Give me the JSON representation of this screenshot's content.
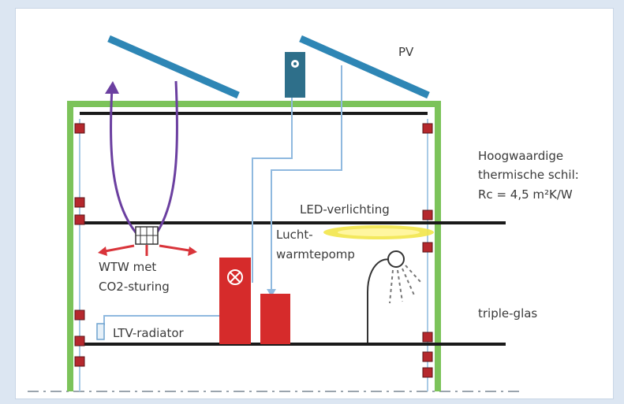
{
  "labels": {
    "pv": "PV",
    "shell_line1": "Hoogwaardige",
    "shell_line2": "thermische schil:",
    "shell_line3": "Rc = 4,5 m²K/W",
    "led": "LED-verlichting",
    "heatpump_line1": "Lucht-",
    "heatpump_line2": "warmtepomp",
    "wtw_line1": "WTW met",
    "wtw_line2": "CO2-sturing",
    "triple_glass": "triple-glas",
    "ltv_radiator": "LTV-radiator"
  },
  "colors": {
    "background": "#dce6f2",
    "panel": "#ffffff",
    "shell_green": "#7cc35a",
    "floor_line": "#1a1a1a",
    "column_blue": "#a9cbe6",
    "pv_panel": "#2e86b5",
    "outdoor_unit": "#2e6f8a",
    "red_unit": "#d62b2b",
    "purple_flow": "#6b3fa0",
    "red_arrow": "#d9343a",
    "led_glow": "#f2e64a",
    "pipe": "#8fb9df",
    "label_text": "#3a3a3a"
  },
  "icons": {
    "lamp": "lamp-cross-icon",
    "shower": "shower-head-icon",
    "radiator": "radiator-icon",
    "fan": "fan-unit-icon",
    "outdoor_unit": "outdoor-unit-icon"
  }
}
